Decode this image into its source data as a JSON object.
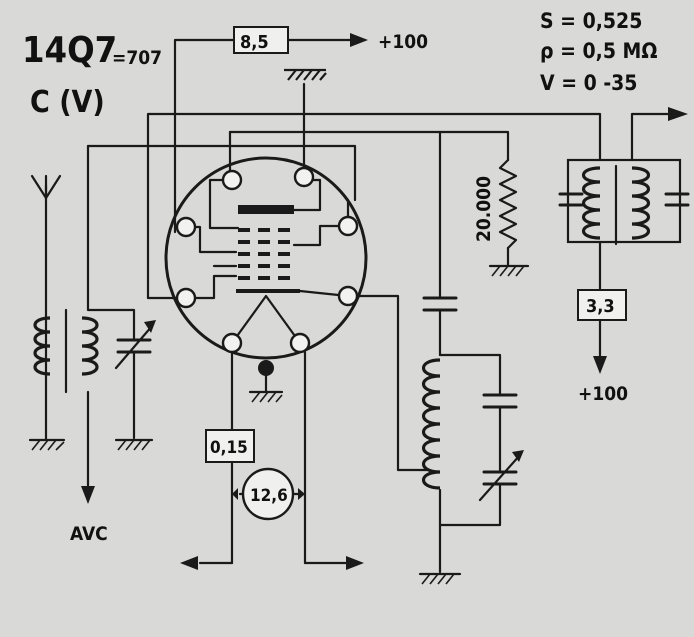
{
  "tube": {
    "type": "14Q7",
    "equivalent": "=707",
    "function": "C (V)"
  },
  "params": {
    "s": "S = 0,525",
    "rho": "ρ = 0,5 MΩ",
    "v": "V = 0  -35"
  },
  "labels": {
    "r_anode": "8,5",
    "supply_top": "+100",
    "resistor": "20.000",
    "r_plate": "3,3",
    "supply_right": "+100",
    "avc": "AVC",
    "r_heater": "0,15",
    "heater_voltage": "12,6"
  }
}
